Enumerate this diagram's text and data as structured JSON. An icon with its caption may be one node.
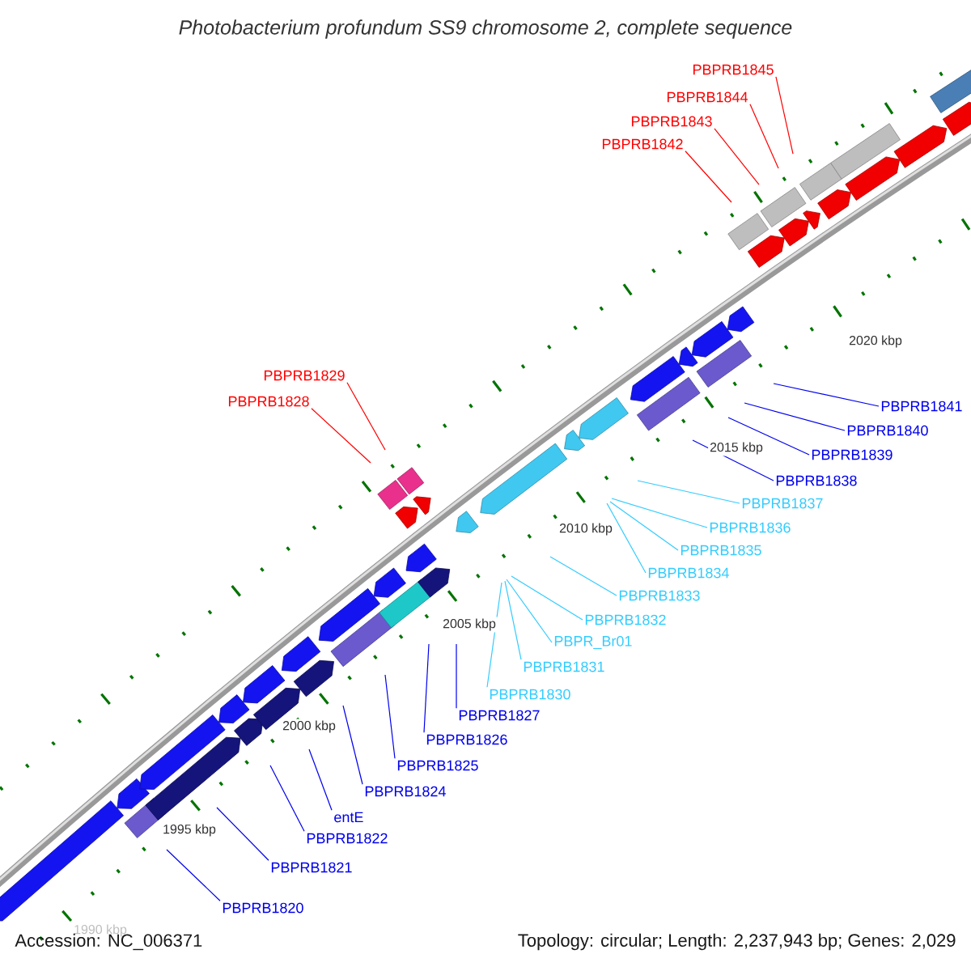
{
  "diagram": {
    "title": "Photobacterium profundum SS9 chromosome 2, complete sequence",
    "nodes": [
      {
        "text": [
          "PBPRB1845"
        ]
      },
      {
        "text": [
          "PBPRB1844"
        ]
      },
      {
        "text": [
          "PBPRB1843"
        ]
      },
      {
        "text": [
          "PBPRB1842"
        ]
      },
      {
        "text": [
          "PBPRB1829"
        ]
      },
      {
        "text": [
          "PBPRB1828"
        ]
      },
      {
        "text": [
          "PBPRB1841"
        ]
      },
      {
        "text": [
          "PBPRB1840"
        ]
      },
      {
        "text": [
          "PBPRB1839"
        ]
      },
      {
        "text": [
          "PBPRB1838"
        ]
      },
      {
        "text": [
          "PBPRB1837"
        ]
      },
      {
        "text": [
          "PBPRB1836"
        ]
      },
      {
        "text": [
          "PBPRB1835"
        ]
      },
      {
        "text": [
          "PBPRB1834"
        ]
      },
      {
        "text": [
          "PBPRB1833"
        ]
      },
      {
        "text": [
          "PBPRB1832"
        ]
      },
      {
        "text": [
          "PBPR_Br01"
        ]
      },
      {
        "text": [
          "PBPRB1831"
        ]
      },
      {
        "text": [
          "PBPRB1830"
        ]
      },
      {
        "text": [
          "PBPRB1827"
        ]
      },
      {
        "text": [
          "PBPRB1826"
        ]
      },
      {
        "text": [
          "PBPRB1825"
        ]
      },
      {
        "text": [
          "PBPRB1824"
        ]
      },
      {
        "text": [
          "entE"
        ]
      },
      {
        "text": [
          "PBPRB1822"
        ]
      },
      {
        "text": [
          "PBPRB1821"
        ]
      },
      {
        "text": [
          "PBPRB1820"
        ]
      }
    ],
    "edges": [
      {
        "from": 0,
        "to": null,
        "arrow": "none",
        "color": "#ff0000"
      },
      {
        "from": 1,
        "to": null,
        "arrow": "none",
        "color": "#ff0000"
      },
      {
        "from": 2,
        "to": null,
        "arrow": "none",
        "color": "#ff0000"
      },
      {
        "from": 3,
        "to": null,
        "arrow": "none",
        "color": "#ff0000"
      },
      {
        "from": 4,
        "to": null,
        "arrow": "none",
        "color": "#ff0000"
      },
      {
        "from": 5,
        "to": null,
        "arrow": "none",
        "color": "#ff0000"
      },
      {
        "from": 6,
        "to": null,
        "arrow": "none"
      },
      {
        "from": 7,
        "to": null,
        "arrow": "none"
      },
      {
        "from": 8,
        "to": null,
        "arrow": "none"
      },
      {
        "from": 9,
        "to": null,
        "arrow": "none"
      },
      {
        "from": 10,
        "to": null,
        "arrow": "none",
        "color": "#33ccff"
      },
      {
        "from": 11,
        "to": null,
        "arrow": "none",
        "color": "#33ccff"
      },
      {
        "from": 12,
        "to": null,
        "arrow": "none",
        "color": "#33ccff"
      },
      {
        "from": 13,
        "to": null,
        "arrow": "none",
        "color": "#33ccff"
      },
      {
        "from": 14,
        "to": null,
        "arrow": "none",
        "color": "#33ccff"
      },
      {
        "from": 15,
        "to": null,
        "arrow": "none",
        "color": "#33ccff"
      },
      {
        "from": 16,
        "to": null,
        "arrow": "none",
        "color": "#33ccff"
      },
      {
        "from": 17,
        "to": null,
        "arrow": "none",
        "color": "#33ccff"
      },
      {
        "from": 18,
        "to": null,
        "arrow": "none",
        "color": "#33ccff"
      },
      {
        "from": 19,
        "to": null,
        "arrow": "none"
      },
      {
        "from": 20,
        "to": null,
        "arrow": "none"
      },
      {
        "from": 21,
        "to": null,
        "arrow": "none"
      },
      {
        "from": 22,
        "to": null,
        "arrow": "none"
      },
      {
        "from": 23,
        "to": null,
        "arrow": "none"
      },
      {
        "from": 24,
        "to": null,
        "arrow": "none"
      },
      {
        "from": 25,
        "to": null,
        "arrow": "none"
      },
      {
        "from": 26,
        "to": null,
        "arrow": "none"
      }
    ],
    "labels": [
      "2020 kbp",
      "2015 kbp",
      "2010 kbp",
      "2005 kbp",
      "2000 kbp",
      "1995 kbp",
      "1990 kbp",
      "Accession: NC_006371",
      "Topology: circular; Length: 2,237,943 bp; Genes: 2,029"
    ]
  }
}
